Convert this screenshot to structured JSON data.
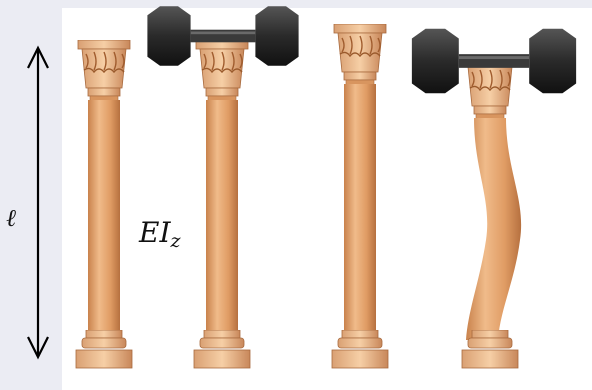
{
  "figure": {
    "length_symbol": "ℓ",
    "stiffness_symbol": "EI",
    "stiffness_subscript": "z",
    "scenes": [
      {
        "id": "unloaded",
        "columns": 1,
        "load": "none",
        "shape": "straight"
      },
      {
        "id": "loaded-stiff",
        "columns": 1,
        "load": "dumbbell",
        "shape": "straight"
      },
      {
        "id": "unloaded-2",
        "columns": 1,
        "load": "none",
        "shape": "straight"
      },
      {
        "id": "loaded-buckled",
        "columns": 1,
        "load": "dumbbell",
        "shape": "buckled"
      }
    ]
  },
  "colors": {
    "background": "#ebecf3",
    "panel": "#ffffff",
    "marble": "#e2a36c",
    "marble_dark": "#b06b3c",
    "dumbbell": "#2a2a2a",
    "arrow": "#000000"
  }
}
